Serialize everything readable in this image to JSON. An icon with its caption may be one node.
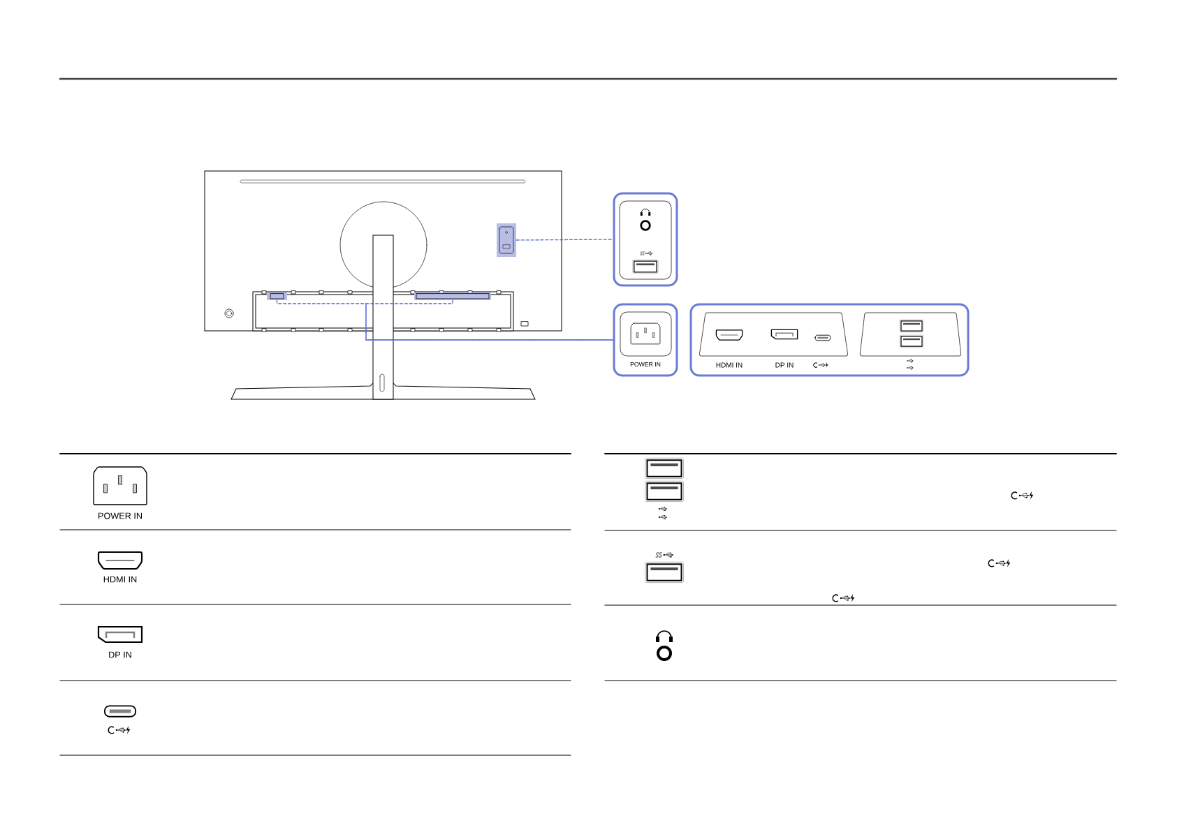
{
  "diagram": {
    "nodes": [
      {
        "text": [],
        "shape": "box"
      },
      {
        "text": [],
        "shape": "box"
      },
      {
        "text": [],
        "shape": "box"
      },
      {
        "text": [],
        "shape": "box"
      },
      {
        "text": [
          "POWER IN"
        ]
      },
      {
        "text": [
          "HDMI IN",
          "DP IN"
        ]
      }
    ],
    "edges": [
      {
        "from": 0,
        "to": 3,
        "arrow": "none",
        "style": "dashed"
      },
      {
        "from": 1,
        "to": 4,
        "arrow": "none",
        "style": "dashed"
      },
      {
        "from": 2,
        "to": 4,
        "arrow": "none",
        "style": "dashed"
      }
    ],
    "labels": [
      "POWER IN",
      "HDMI IN",
      "DP IN"
    ]
  }
}
